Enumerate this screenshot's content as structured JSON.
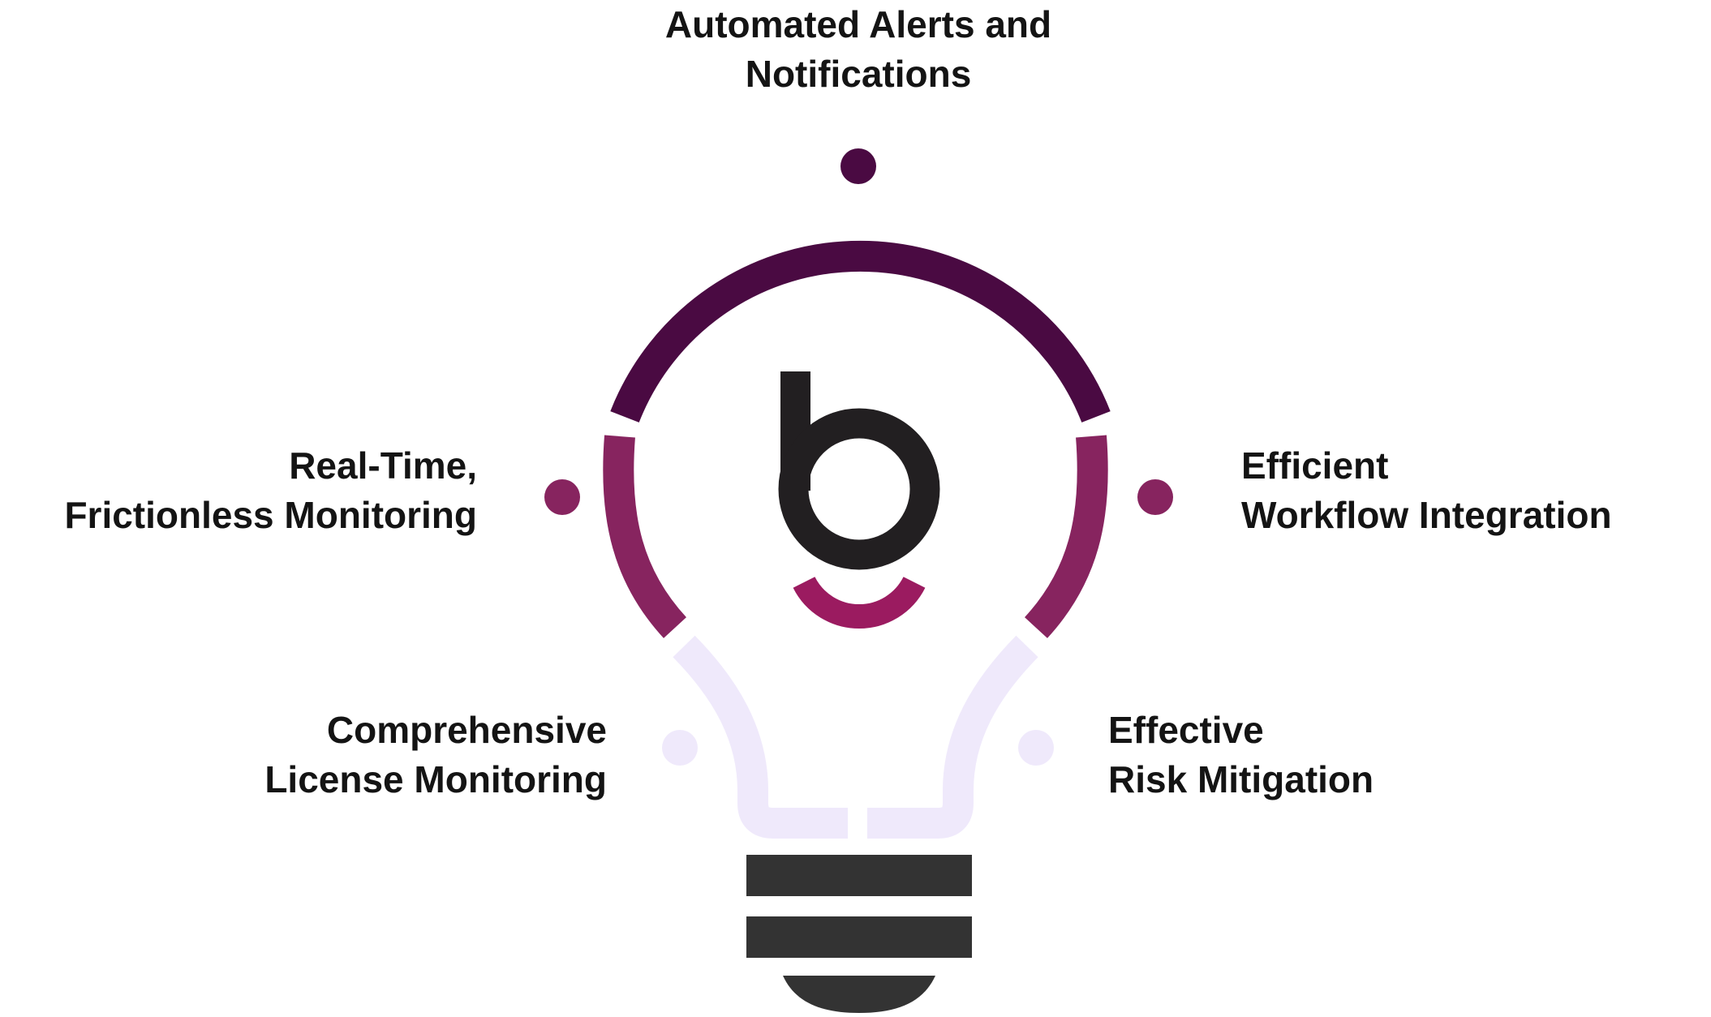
{
  "labels": {
    "top": {
      "line1": "Automated Alerts and",
      "line2": "Notifications"
    },
    "upper_left": {
      "line1": "Real-Time,",
      "line2": "Frictionless Monitoring"
    },
    "upper_right": {
      "line1": "Efficient",
      "line2": "Workflow Integration"
    },
    "lower_left": {
      "line1": "Comprehensive",
      "line2": "License Monitoring"
    },
    "lower_right": {
      "line1": "Effective",
      "line2": "Risk Mitigation"
    }
  },
  "logo": {
    "letter": "b"
  },
  "colors": {
    "bulb_top_segment": "#4A0A42",
    "bulb_middle_segment": "#87245F",
    "bulb_lower_segment": "#EFE9FB",
    "logo_dark": "#221F21",
    "logo_smile": "#9B1B60",
    "bulb_base": "#333333",
    "text": "#141414"
  },
  "icons": {
    "bulb": "lightbulb-icon",
    "logo": "b-logo-icon",
    "marker": "dot-marker-icon"
  }
}
